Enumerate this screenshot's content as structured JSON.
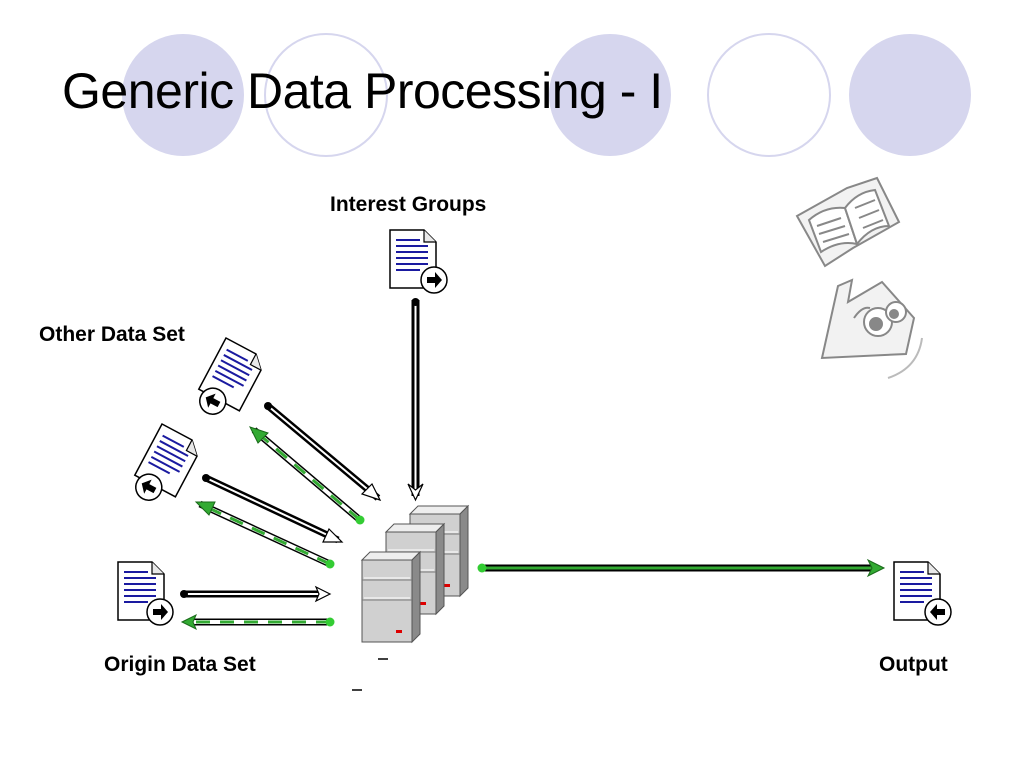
{
  "slide": {
    "title": "Generic Data Processing - I"
  },
  "diagram": {
    "nodes": {
      "interest_groups": {
        "label": "Interest Groups",
        "icon": "document-export-icon"
      },
      "other_data_set": {
        "label": "Other Data Set",
        "icon": "document-import-icon"
      },
      "origin_data_set": {
        "label": "Origin Data Set",
        "icon": "document-export-icon"
      },
      "output": {
        "label": "Output",
        "icon": "document-import-icon"
      },
      "servers": {
        "icon": "server-stack-icon"
      }
    },
    "clipart": [
      "book-icon",
      "eye-reading-icon"
    ]
  },
  "colors": {
    "circle_fill": "#d6d6ee",
    "circle_stroke": "#d6d6ee",
    "arrow_dark": "#000000",
    "arrow_green": "#33aa33",
    "doc_lines": "#1a1aa0"
  }
}
